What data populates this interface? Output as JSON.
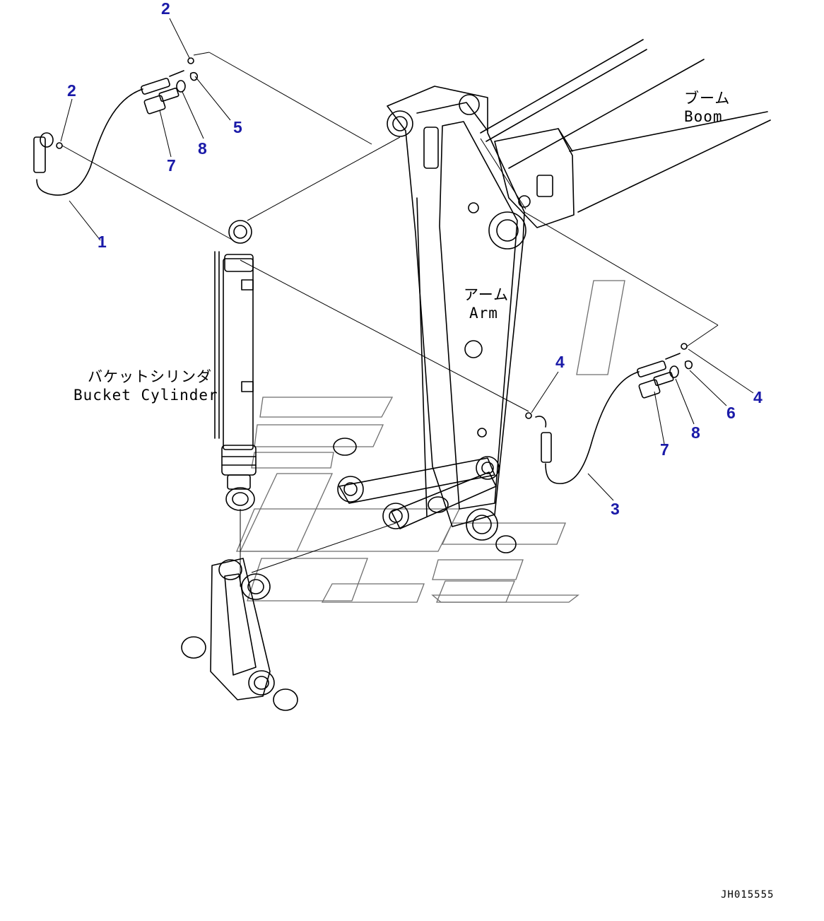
{
  "labels": {
    "boom_jp": "ブーム",
    "boom_en": "Boom",
    "arm_jp": "アーム",
    "arm_en": "Arm",
    "cyl_jp": "バケットシリンダ",
    "cyl_en": "Bucket Cylinder"
  },
  "callouts": {
    "c2_top": "2",
    "c2_left": "2",
    "c5": "5",
    "c8_left": "8",
    "c7_left": "7",
    "c1": "1",
    "c4_mid": "4",
    "c4_right": "4",
    "c6": "6",
    "c8_right": "8",
    "c7_right": "7",
    "c3": "3"
  },
  "drawing_code": "JH015555",
  "colors": {
    "callout": "#1a1aa8",
    "line": "#000000",
    "watermark": "#6e6e6e"
  }
}
